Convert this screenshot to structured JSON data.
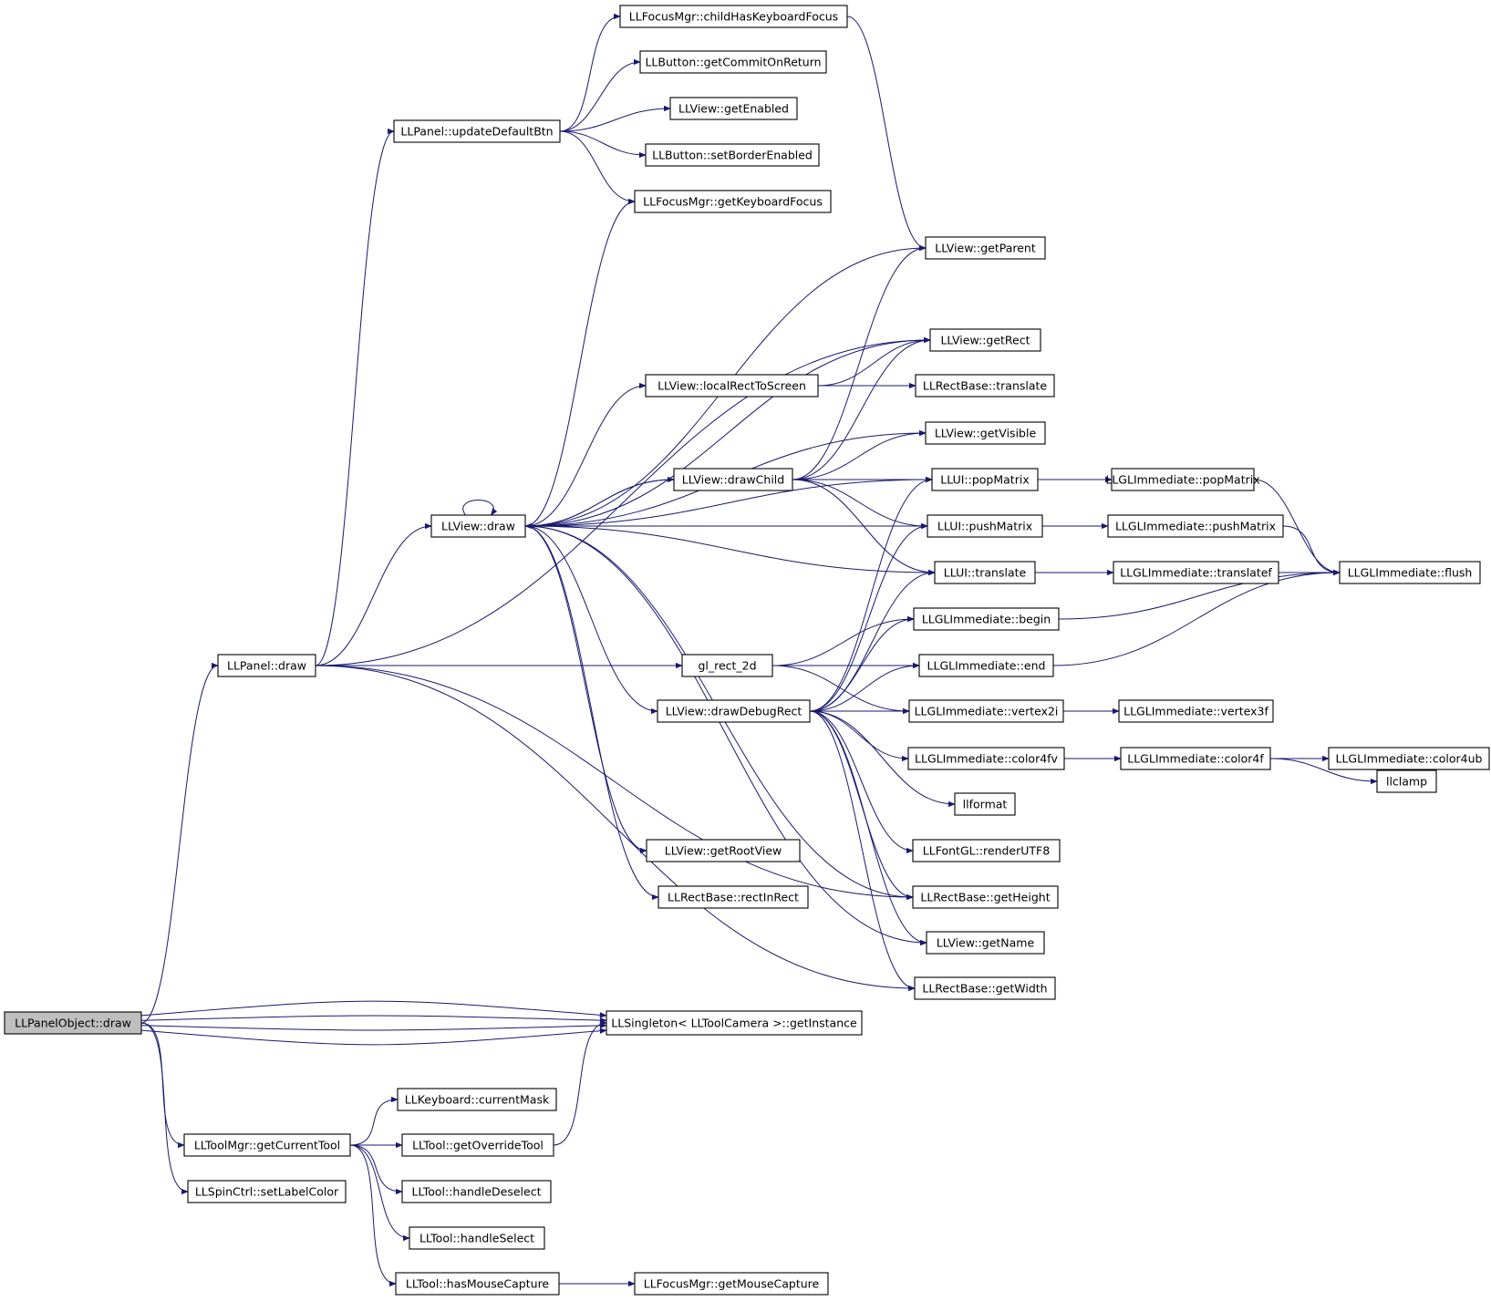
{
  "diagram": {
    "type": "call-graph",
    "colors": {
      "edge": "#191970",
      "node_fill": "#ffffff",
      "root_fill": "#bfbfbf",
      "node_border": "#000000"
    },
    "nodes": [
      {
        "id": "n0",
        "label": "LLPanelObject::draw",
        "root": true
      },
      {
        "id": "n1",
        "label": "LLPanel::draw"
      },
      {
        "id": "n2",
        "label": "LLPanel::updateDefaultBtn"
      },
      {
        "id": "n3",
        "label": "LLFocusMgr::childHasKeyboardFocus"
      },
      {
        "id": "n4",
        "label": "LLButton::getCommitOnReturn"
      },
      {
        "id": "n5",
        "label": "LLView::getEnabled"
      },
      {
        "id": "n6",
        "label": "LLButton::setBorderEnabled"
      },
      {
        "id": "n7",
        "label": "LLFocusMgr::getKeyboardFocus"
      },
      {
        "id": "n8",
        "label": "LLView::getParent"
      },
      {
        "id": "n9",
        "label": "LLView::getRect"
      },
      {
        "id": "n10",
        "label": "LLView::localRectToScreen"
      },
      {
        "id": "n11",
        "label": "LLRectBase::translate"
      },
      {
        "id": "n12",
        "label": "LLView::getVisible"
      },
      {
        "id": "n13",
        "label": "LLView::drawChild"
      },
      {
        "id": "n14",
        "label": "LLUI::popMatrix"
      },
      {
        "id": "n15",
        "label": "LLGLImmediate::popMatrix"
      },
      {
        "id": "n16",
        "label": "LLView::draw"
      },
      {
        "id": "n17",
        "label": "LLUI::pushMatrix"
      },
      {
        "id": "n18",
        "label": "LLGLImmediate::pushMatrix"
      },
      {
        "id": "n19",
        "label": "LLUI::translate"
      },
      {
        "id": "n20",
        "label": "LLGLImmediate::translatef"
      },
      {
        "id": "n21",
        "label": "LLGLImmediate::flush"
      },
      {
        "id": "n22",
        "label": "LLGLImmediate::begin"
      },
      {
        "id": "n23",
        "label": "gl_rect_2d"
      },
      {
        "id": "n24",
        "label": "LLGLImmediate::end"
      },
      {
        "id": "n25",
        "label": "LLView::drawDebugRect"
      },
      {
        "id": "n26",
        "label": "LLGLImmediate::vertex2i"
      },
      {
        "id": "n27",
        "label": "LLGLImmediate::vertex3f"
      },
      {
        "id": "n28",
        "label": "LLGLImmediate::color4ub"
      },
      {
        "id": "n29",
        "label": "LLGLImmediate::color4fv"
      },
      {
        "id": "n30",
        "label": "LLGLImmediate::color4f"
      },
      {
        "id": "n31",
        "label": "llclamp"
      },
      {
        "id": "n32",
        "label": "llformat"
      },
      {
        "id": "n33",
        "label": "LLFontGL::renderUTF8"
      },
      {
        "id": "n34",
        "label": "LLView::getRootView"
      },
      {
        "id": "n35",
        "label": "LLRectBase::rectInRect"
      },
      {
        "id": "n36",
        "label": "LLRectBase::getHeight"
      },
      {
        "id": "n37",
        "label": "LLView::getName"
      },
      {
        "id": "n38",
        "label": "LLRectBase::getWidth"
      },
      {
        "id": "n39",
        "label": "LLSingleton< LLToolCamera >::getInstance"
      },
      {
        "id": "n40",
        "label": "LLKeyboard::currentMask"
      },
      {
        "id": "n41",
        "label": "LLToolMgr::getCurrentTool"
      },
      {
        "id": "n42",
        "label": "LLTool::getOverrideTool"
      },
      {
        "id": "n43",
        "label": "LLSpinCtrl::setLabelColor"
      },
      {
        "id": "n44",
        "label": "LLTool::handleDeselect"
      },
      {
        "id": "n45",
        "label": "LLTool::handleSelect"
      },
      {
        "id": "n46",
        "label": "LLTool::hasMouseCapture"
      },
      {
        "id": "n47",
        "label": "LLFocusMgr::getMouseCapture"
      }
    ],
    "edges": [
      [
        "n0",
        "n1"
      ],
      [
        "n0",
        "n39"
      ],
      [
        "n0",
        "n39"
      ],
      [
        "n0",
        "n39"
      ],
      [
        "n0",
        "n39"
      ],
      [
        "n0",
        "n41"
      ],
      [
        "n0",
        "n43"
      ],
      [
        "n1",
        "n2"
      ],
      [
        "n1",
        "n9"
      ],
      [
        "n1",
        "n16"
      ],
      [
        "n1",
        "n23"
      ],
      [
        "n1",
        "n36"
      ],
      [
        "n1",
        "n38"
      ],
      [
        "n2",
        "n3"
      ],
      [
        "n2",
        "n4"
      ],
      [
        "n2",
        "n5"
      ],
      [
        "n2",
        "n6"
      ],
      [
        "n2",
        "n7"
      ],
      [
        "n3",
        "n8"
      ],
      [
        "n16",
        "n16"
      ],
      [
        "n16",
        "n7"
      ],
      [
        "n16",
        "n8"
      ],
      [
        "n16",
        "n9"
      ],
      [
        "n16",
        "n10"
      ],
      [
        "n16",
        "n12"
      ],
      [
        "n16",
        "n13"
      ],
      [
        "n16",
        "n14"
      ],
      [
        "n16",
        "n17"
      ],
      [
        "n16",
        "n19"
      ],
      [
        "n16",
        "n25"
      ],
      [
        "n16",
        "n34"
      ],
      [
        "n16",
        "n35"
      ],
      [
        "n16",
        "n36"
      ],
      [
        "n16",
        "n37"
      ],
      [
        "n10",
        "n9"
      ],
      [
        "n10",
        "n11"
      ],
      [
        "n13",
        "n8"
      ],
      [
        "n13",
        "n9"
      ],
      [
        "n13",
        "n12"
      ],
      [
        "n13",
        "n14"
      ],
      [
        "n13",
        "n16"
      ],
      [
        "n13",
        "n17"
      ],
      [
        "n13",
        "n19"
      ],
      [
        "n14",
        "n15"
      ],
      [
        "n17",
        "n18"
      ],
      [
        "n19",
        "n20"
      ],
      [
        "n15",
        "n21"
      ],
      [
        "n18",
        "n21"
      ],
      [
        "n20",
        "n21"
      ],
      [
        "n22",
        "n21"
      ],
      [
        "n24",
        "n21"
      ],
      [
        "n23",
        "n22"
      ],
      [
        "n23",
        "n24"
      ],
      [
        "n23",
        "n26"
      ],
      [
        "n25",
        "n14"
      ],
      [
        "n25",
        "n17"
      ],
      [
        "n25",
        "n19"
      ],
      [
        "n25",
        "n22"
      ],
      [
        "n25",
        "n24"
      ],
      [
        "n25",
        "n26"
      ],
      [
        "n25",
        "n29"
      ],
      [
        "n25",
        "n32"
      ],
      [
        "n25",
        "n33"
      ],
      [
        "n25",
        "n36"
      ],
      [
        "n25",
        "n37"
      ],
      [
        "n25",
        "n38"
      ],
      [
        "n26",
        "n27"
      ],
      [
        "n29",
        "n30"
      ],
      [
        "n30",
        "n28"
      ],
      [
        "n30",
        "n31"
      ],
      [
        "n41",
        "n40"
      ],
      [
        "n41",
        "n42"
      ],
      [
        "n41",
        "n44"
      ],
      [
        "n41",
        "n45"
      ],
      [
        "n41",
        "n46"
      ],
      [
        "n42",
        "n39"
      ],
      [
        "n46",
        "n47"
      ]
    ]
  }
}
